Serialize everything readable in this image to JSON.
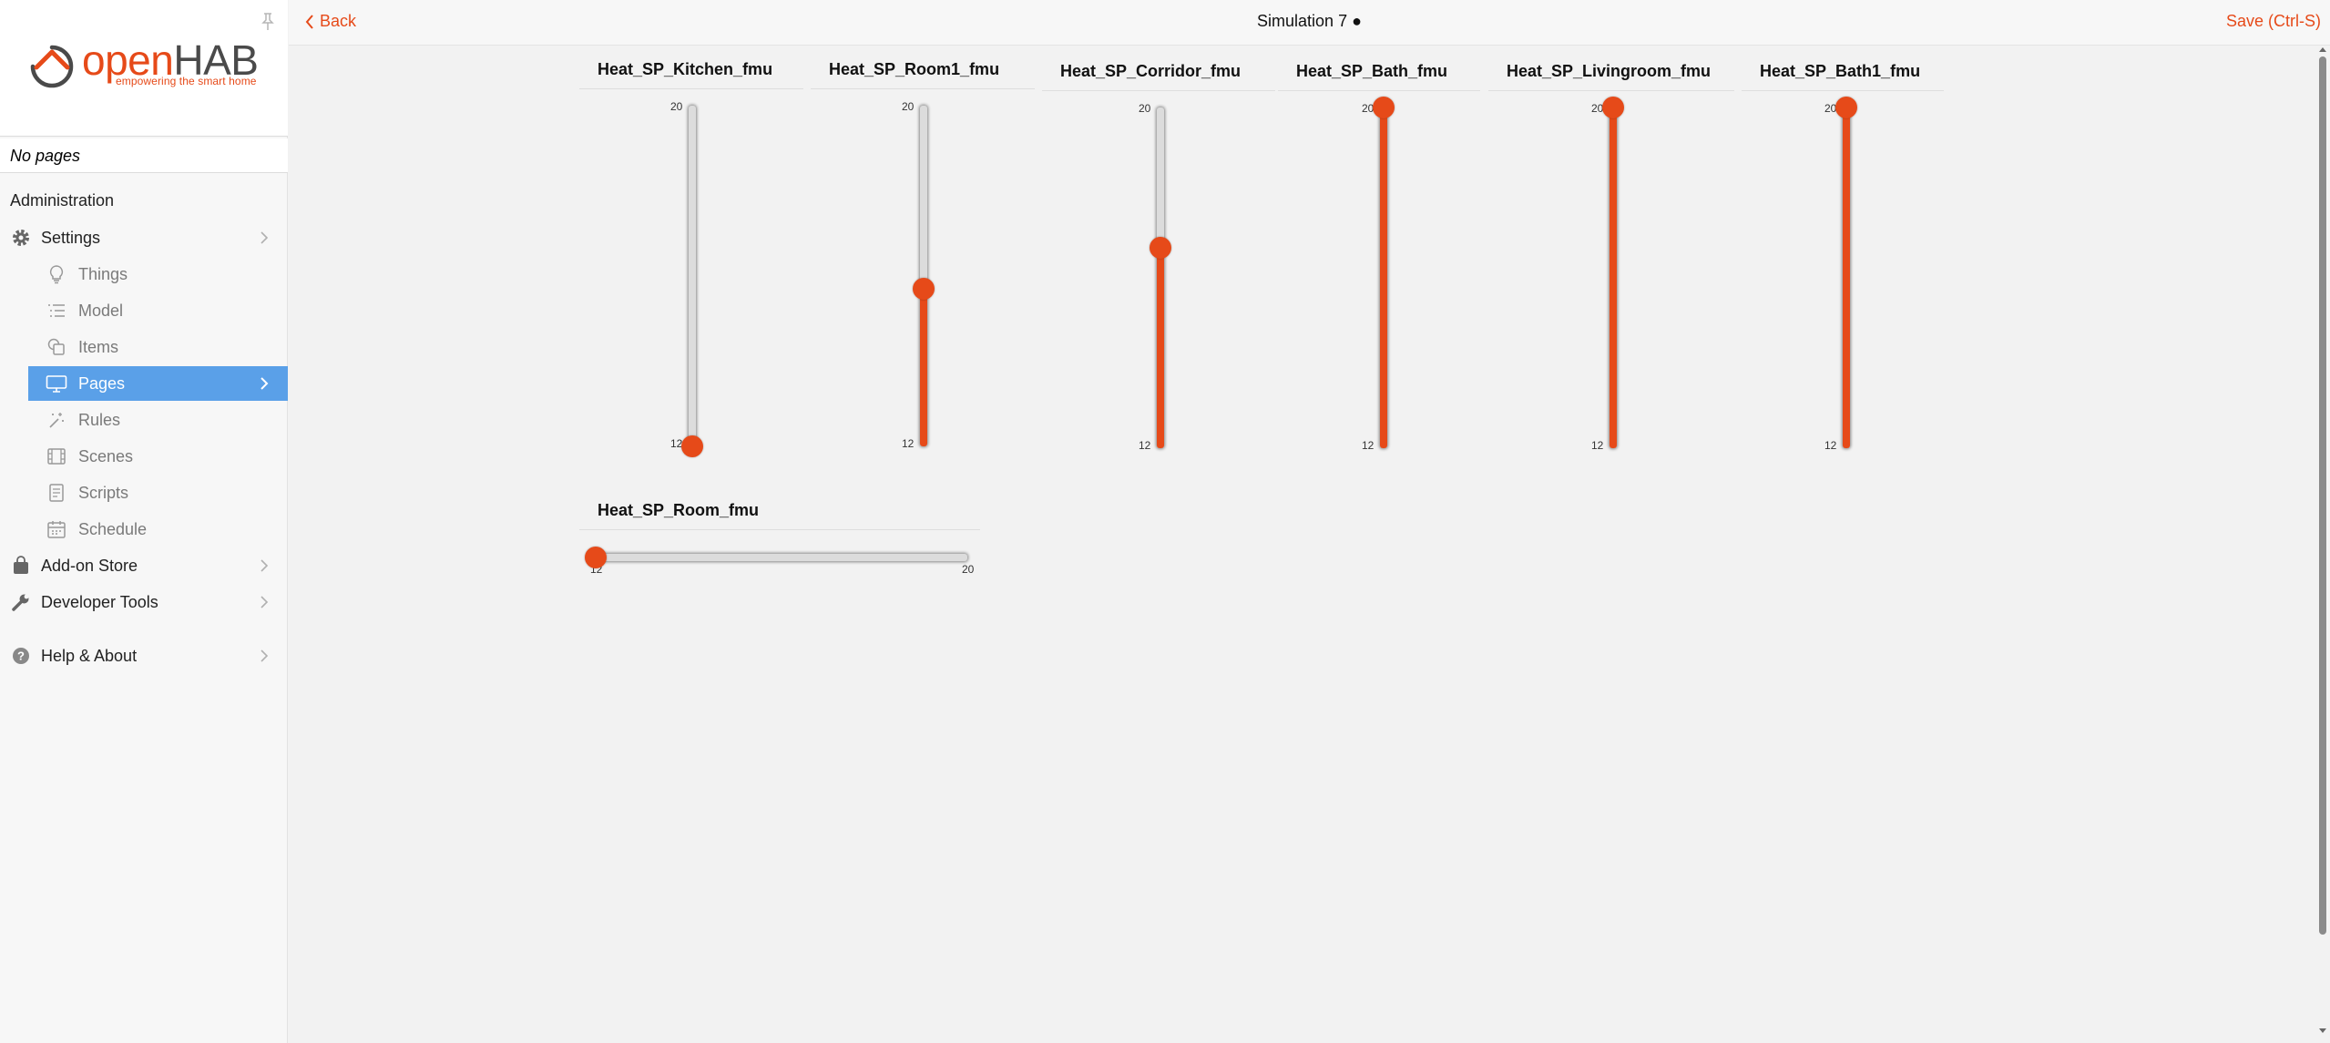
{
  "sidebar": {
    "logo": {
      "name_part1": "open",
      "name_part2": "HAB",
      "tagline": "empowering the smart home"
    },
    "no_pages": "No pages",
    "section_title": "Administration",
    "settings": "Settings",
    "things": "Things",
    "model": "Model",
    "items": "Items",
    "pages": "Pages",
    "rules": "Rules",
    "scenes": "Scenes",
    "scripts": "Scripts",
    "schedule": "Schedule",
    "addon_store": "Add-on Store",
    "developer_tools": "Developer Tools",
    "help_about": "Help & About"
  },
  "header": {
    "back": "Back",
    "title": "Simulation 7 ●",
    "save": "Save (Ctrl-S)"
  },
  "colors": {
    "accent": "#e64a19",
    "active_nav": "#5aa0e8",
    "track": "#dcdcdc"
  },
  "widgets": [
    {
      "title": "Heat_SP_Kitchen_fmu",
      "orientation": "vertical",
      "min": 12,
      "max": 20,
      "value": 12,
      "min_label": "12",
      "max_label": "20"
    },
    {
      "title": "Heat_SP_Room1_fmu",
      "orientation": "vertical",
      "min": 12,
      "max": 20,
      "value": 15.7,
      "min_label": "12",
      "max_label": "20"
    },
    {
      "title": "Heat_SP_Corridor_fmu",
      "orientation": "vertical",
      "min": 12,
      "max": 20,
      "value": 16.7,
      "min_label": "12",
      "max_label": "20"
    },
    {
      "title": "Heat_SP_Bath_fmu",
      "orientation": "vertical",
      "min": 12,
      "max": 20,
      "value": 20,
      "min_label": "12",
      "max_label": "20"
    },
    {
      "title": "Heat_SP_Livingroom_fmu",
      "orientation": "vertical",
      "min": 12,
      "max": 20,
      "value": 20,
      "min_label": "12",
      "max_label": "20"
    },
    {
      "title": "Heat_SP_Bath1_fmu",
      "orientation": "vertical",
      "min": 12,
      "max": 20,
      "value": 20,
      "min_label": "12",
      "max_label": "20"
    },
    {
      "title": "Heat_SP_Room_fmu",
      "orientation": "horizontal",
      "min": 12,
      "max": 20,
      "value": 12,
      "min_label": "12",
      "max_label": "20"
    }
  ]
}
